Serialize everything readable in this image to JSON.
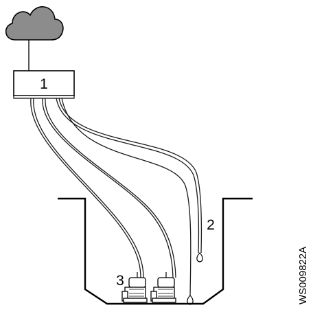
{
  "callouts": {
    "controller": "1",
    "level_sensors": "2",
    "pumps": "3"
  },
  "figure_reference": "WS009822A",
  "colors": {
    "cloud_fill": "#8c8c8c",
    "line": "#000000",
    "background": "#ffffff"
  },
  "icons": {
    "cloud": "cloud-icon",
    "controller": "control-box",
    "pump": "submersible-pump-icon",
    "float_switch": "float-switch-icon"
  }
}
